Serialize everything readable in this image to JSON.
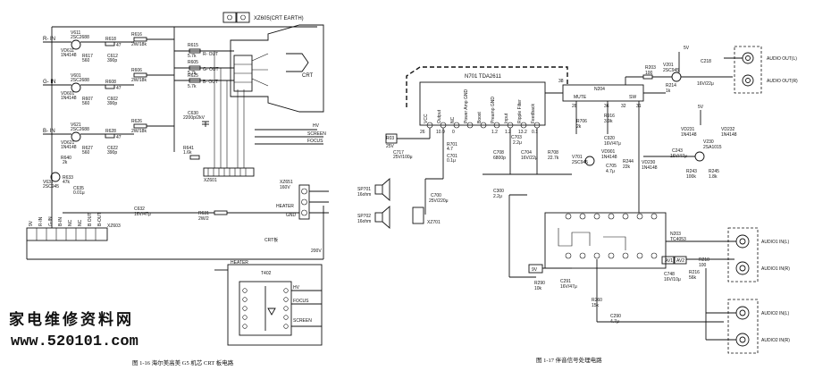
{
  "left_diagram": {
    "caption": "图 1-16  海尔美高美 G5 机芯 CRT 板电路",
    "connector_top": "XZ605(CRT EARTH)",
    "crt_label": "CRT",
    "channels": [
      {
        "input": "R- IN",
        "transistor": "V611",
        "transistor_type": "2SC2688",
        "diode": "VD611",
        "diode_type": "1N4148",
        "r1": "R618",
        "r1_val": "47",
        "r2": "R617",
        "r2_val": "560",
        "c": "C612",
        "c_val": "390p",
        "r_out": "R616",
        "r_out_val": "2W/18k",
        "r_base": "R615",
        "r_base_val": "5.7k",
        "out": "R- OUT"
      },
      {
        "input": "G- IN",
        "transistor": "V601",
        "transistor_type": "2SC2688",
        "diode": "VD601",
        "diode_type": "1N4148",
        "r1": "R608",
        "r1_val": "47",
        "r2": "R607",
        "r2_val": "560",
        "c": "C602",
        "c_val": "390p",
        "r_out": "R606",
        "r_out_val": "2W/18k",
        "r_base": "R605",
        "r_base_val": "5.7k",
        "out": "G- OUT"
      },
      {
        "input": "B- IN",
        "transistor": "V621",
        "transistor_type": "2SC2688",
        "diode": "VD621",
        "diode_type": "1N4148",
        "r1": "R628",
        "r1_val": "47",
        "r2": "R627",
        "r2_val": "560",
        "c": "C622",
        "c_val": "390p",
        "r_out": "R626",
        "r_out_val": "2W/18k",
        "r_base": "R625",
        "r_base_val": "5.7k",
        "out": "B- OUT"
      }
    ],
    "v631": "V631",
    "v631_type": "2SC945",
    "r633": "R633",
    "r633_val": "47k",
    "c635": "C635",
    "c635_val": "0.01μ",
    "r640": "R640",
    "r640_val": "2k",
    "c630": "C630",
    "c630_val": "2200p/2kV",
    "r641": "R641",
    "r641_val": "1.6k",
    "xz601": "XZ601",
    "hv": "HV",
    "screen": "SCREEN",
    "focus": "FOCUS",
    "xz651": "XZ651",
    "xz651_val": "160V",
    "heater": "HEATER",
    "gnd": "GND",
    "c632": "C632",
    "c632_val": "16V/47μ",
    "r631": "R631",
    "r631_val": "2W/2",
    "crt_board": "CRT板",
    "v200": "200V",
    "xz603": "XZ603",
    "xz603_pins": [
      "9V",
      "R-IN",
      "G-IN",
      "B-IN",
      "NC",
      "NC",
      "B OUT",
      "B-OUT"
    ],
    "t402": "T402",
    "t402_heater": "HEATER",
    "t402_hv": "HV",
    "t402_focus": "FOCUS",
    "t402_screen": "SCREEN"
  },
  "watermark": {
    "line1": "家电维修资料网",
    "line2": "www.520101.com"
  },
  "right_diagram": {
    "caption": "图 1-17  伴音信号处理电路",
    "ic_name": "N701 TDA2611",
    "ic_pins": [
      "VCC",
      "Output",
      "NC",
      "Power Amp GND",
      "Boost",
      "Preamp GND",
      "Input",
      "Ripple Filter",
      "Feedback"
    ],
    "ic_pin_numbers": [
      "10.9",
      "0",
      "1.2",
      "13.2",
      "0.1",
      "1.2"
    ],
    "pin_nums_top": [
      "26"
    ],
    "fuse": "R03",
    "fuse_val": "25V",
    "c717": "C717",
    "c717_val": "25V/100μ",
    "r701": "R701",
    "r701_val": "4.7",
    "c701": "C701",
    "c701_val": "0.1μ",
    "c700": "C700",
    "c700_val": "25V/220μ",
    "sp701": "SP701",
    "sp701_val": "16ohm",
    "sp702": "SP702",
    "sp702_val": "16ohm",
    "xz701": "XZ701",
    "c703": "C703",
    "c703_val": "2.2μ",
    "c708": "C708",
    "c708_val": "6800p",
    "c704": "C704",
    "c704_val": "16V/22μ",
    "r708": "R708",
    "r708_val": "22.7k",
    "r706": "R706",
    "r706_val": "2k",
    "r916": "R916",
    "r916_val": "3.9k",
    "c920": "C920",
    "c920_val": "16V/47μ",
    "v701": "V701",
    "v701_type": "2SC945",
    "vd901": "VD901",
    "vd901_type": "1N4148",
    "c705": "C705",
    "c705_val": "4.7μ",
    "r244": "R244",
    "r244_val": "22k",
    "vd230": "VD230",
    "vd230_type": "1N4148",
    "c300": "C300",
    "c300_val": "2.2μ",
    "n204": "N204",
    "mute": "MUTE",
    "sw": "SW",
    "n204_pins": [
      "38",
      "28",
      "36",
      "32",
      "31"
    ],
    "r203": "R203",
    "r203_val": "100",
    "v201": "V201",
    "v201_type": "2SC945",
    "r214": "R214",
    "r214_val": "1k",
    "c218": "C218",
    "c218_val": "16V/22μ",
    "v5": "5V",
    "audio_out_l": "AUDIO OUT(L)",
    "audio_out_r": "AUDIO OUT(R)",
    "vd231": "VD231",
    "vd232": "VD232",
    "vd_type": "1N4148",
    "c243": "C243",
    "c243_val": "16V/47μ",
    "v230": "V230",
    "v230_type": "2SA1015",
    "r243": "R243",
    "r243_val": "100k",
    "r245": "R245",
    "r245_val": "1.8k",
    "n203": "N203",
    "n203_type": "TC4053",
    "v9": "9V",
    "r290": "R290",
    "r290_val": "10k",
    "c291": "C291",
    "c291_val": "16V/47μ",
    "c748": "C748",
    "c748_val": "16V/10μ",
    "av1": "AV1",
    "av2": "AV2",
    "r216": "R216",
    "r216_val": "56k",
    "r210": "R210",
    "r210_val": "100",
    "r260": "R260",
    "r260_val": "15k",
    "c290": "C290",
    "c290_val": "4.7μ",
    "audio1_l": "AUDIO1 IN(L)",
    "audio1_r": "AUDIO1 IN(R)",
    "audio2_l": "AUDIO2 IN(L)",
    "audio2_r": "AUDIO2 IN(R)"
  }
}
